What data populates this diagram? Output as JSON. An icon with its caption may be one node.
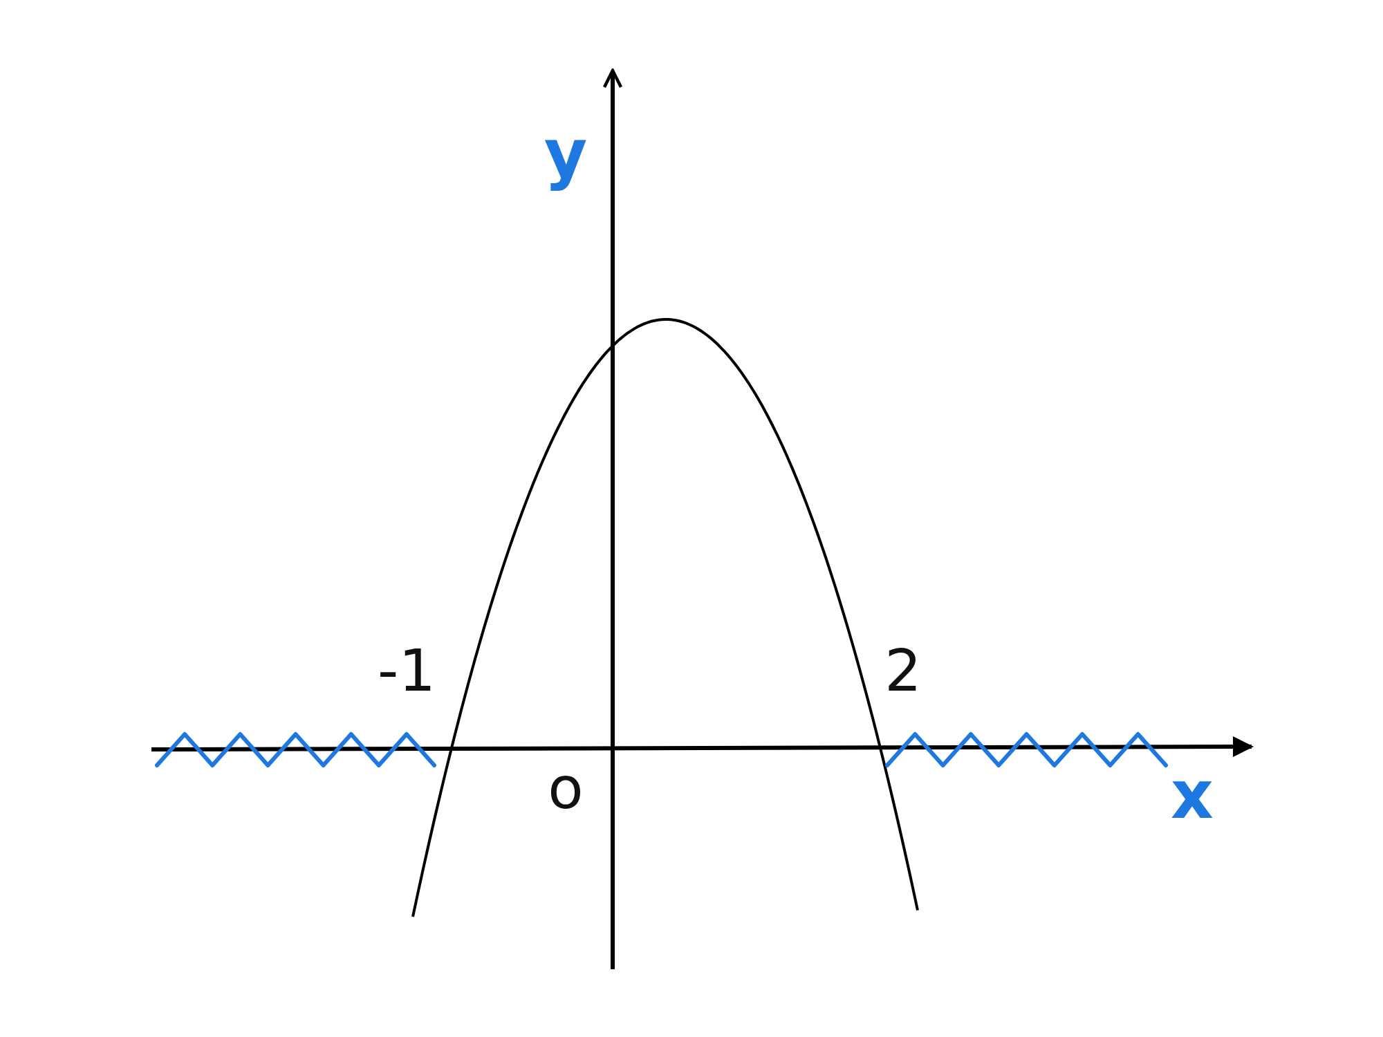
{
  "diagram": {
    "labels": [
      "y",
      "-1",
      "2",
      "o",
      "x"
    ]
  }
}
